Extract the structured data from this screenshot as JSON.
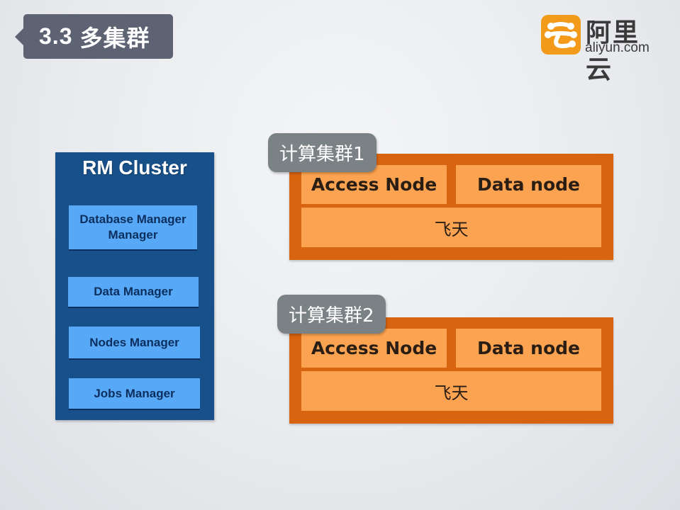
{
  "slide": {
    "section_number": "3.3",
    "section_title": "多集群"
  },
  "logo": {
    "icon": "aliyun-cloud-icon",
    "name_cn": "阿里云",
    "name_en": "aliyun.com",
    "brand_color": "#f39a1b"
  },
  "rm_cluster": {
    "title": "RM Cluster",
    "managers": [
      {
        "line1": "Database Manager",
        "line2": "Manager"
      },
      {
        "line1": "Data Manager"
      },
      {
        "line1": "Nodes Manager"
      },
      {
        "line1": "Jobs Manager"
      }
    ]
  },
  "compute_clusters": [
    {
      "label": "计算集群1",
      "access_node": "Access Node",
      "data_node": "Data node",
      "base": "飞天"
    },
    {
      "label": "计算集群2",
      "access_node": "Access Node",
      "data_node": "Data node",
      "base": "飞天"
    }
  ],
  "colors": {
    "rm_bg": "#18518a",
    "manager_bg": "#57a8f6",
    "cluster_border": "#d9640f",
    "cluster_cell": "#fba350",
    "label_bg": "#7b8286"
  }
}
